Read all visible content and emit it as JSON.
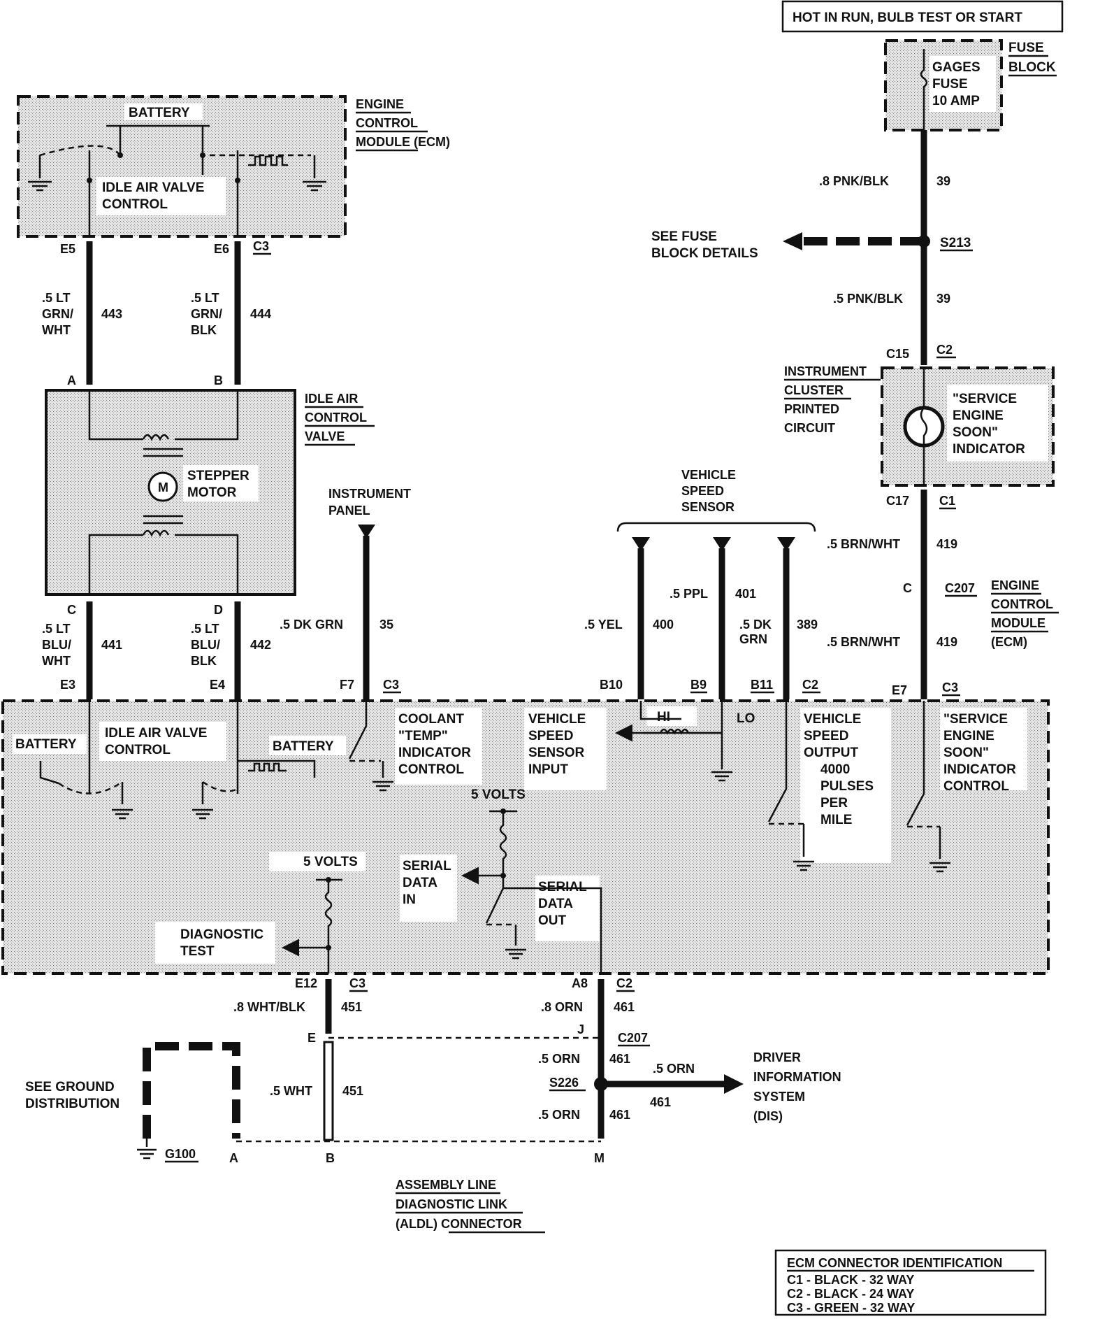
{
  "header": {
    "power_label": "HOT IN RUN, BULB TEST OR START"
  },
  "fuse_block": {
    "title": [
      "FUSE",
      "BLOCK"
    ],
    "fuse": [
      "GAGES",
      "FUSE",
      "10 AMP"
    ]
  },
  "ecm_top": {
    "title": [
      "ENGINE",
      "CONTROL",
      "MODULE (ECM)"
    ],
    "battery": "BATTERY",
    "iac_control": [
      "IDLE AIR VALVE",
      "CONTROL"
    ]
  },
  "iac_valve": {
    "title": [
      "IDLE AIR",
      "CONTROL",
      "VALVE"
    ],
    "motor_letter": "M",
    "motor_label": [
      "STEPPER",
      "MOTOR"
    ]
  },
  "instrument_cluster": {
    "title": [
      "INSTRUMENT",
      "CLUSTER",
      "PRINTED",
      "CIRCUIT"
    ],
    "indicator": [
      "\"SERVICE",
      "ENGINE",
      "SOON\"",
      "INDICATOR"
    ]
  },
  "right_ecm_label": [
    "ENGINE",
    "CONTROL",
    "MODULE",
    "(ECM)"
  ],
  "fuse_details": [
    "SEE FUSE",
    "BLOCK DETAILS"
  ],
  "instrument_panel": [
    "INSTRUMENT",
    "PANEL"
  ],
  "vss": [
    "VEHICLE",
    "SPEED",
    "SENSOR"
  ],
  "wires": {
    "w443": [
      ".5 LT",
      "GRN/",
      "WHT",
      "443"
    ],
    "w444": [
      ".5 LT",
      "GRN/",
      "BLK",
      "444"
    ],
    "w441": [
      ".5 LT",
      "BLU/",
      "WHT",
      "441"
    ],
    "w442": [
      ".5 LT",
      "BLU/",
      "BLK",
      "442"
    ],
    "w35": [
      ".5 DK GRN",
      "35"
    ],
    "w400": [
      ".5 YEL",
      "400"
    ],
    "w401": [
      ".5 PPL",
      "401"
    ],
    "w389": [
      ".5 DK",
      "GRN",
      "389"
    ],
    "w39a": [
      ".8 PNK/BLK",
      "39"
    ],
    "w39b": [
      ".5 PNK/BLK",
      "39"
    ],
    "w419a": [
      ".5 BRN/WHT",
      "419"
    ],
    "w419b": [
      ".5 BRN/WHT",
      "419"
    ],
    "w451a": [
      ".8 WHT/BLK",
      "451"
    ],
    "w451b": [
      ".5 WHT",
      "451"
    ],
    "w461a": [
      ".8 ORN",
      "461"
    ],
    "w461b": [
      ".5 ORN",
      "461"
    ],
    "w461c": [
      ".5 ORN",
      "461"
    ],
    "w461d": [
      ".5 ORN",
      "461"
    ]
  },
  "connectors": {
    "E5": "E5",
    "E6": "E6",
    "C3": "C3",
    "A": "A",
    "B": "B",
    "C": "C",
    "D": "D",
    "E3": "E3",
    "E4": "E4",
    "F7": "F7",
    "B10": "B10",
    "B9": "B9",
    "B11": "B11",
    "C2": "C2",
    "E7": "E7",
    "C15": "C15",
    "C17": "C17",
    "C1": "C1",
    "C207": "C207",
    "S213": "S213",
    "E12": "E12",
    "A8": "A8",
    "E": "E",
    "J": "J",
    "S226": "S226",
    "G100": "G100",
    "M": "M"
  },
  "ecm_bottom": {
    "battery_left": "BATTERY",
    "iac_control": [
      "IDLE AIR VALVE",
      "CONTROL"
    ],
    "battery_right": "BATTERY",
    "coolant": [
      "COOLANT",
      "\"TEMP\"",
      "INDICATOR",
      "CONTROL"
    ],
    "vss_input": [
      "VEHICLE",
      "SPEED",
      "SENSOR",
      "INPUT"
    ],
    "hi": "HI",
    "lo": "LO",
    "vss_output": [
      "VEHICLE",
      "SPEED",
      "OUTPUT",
      "4000",
      "PULSES",
      "PER",
      "MILE"
    ],
    "ses_control": [
      "\"SERVICE",
      "ENGINE",
      "SOON\"",
      "INDICATOR",
      "CONTROL"
    ],
    "five_volts": "5 VOLTS",
    "serial_in": [
      "SERIAL",
      "DATA",
      "IN"
    ],
    "serial_out": [
      "SERIAL",
      "DATA",
      "OUT"
    ],
    "diagnostic": [
      "DIAGNOSTIC",
      "TEST"
    ]
  },
  "ground": [
    "SEE GROUND",
    "DISTRIBUTION"
  ],
  "dis": [
    "DRIVER",
    "INFORMATION",
    "SYSTEM",
    "(DIS)"
  ],
  "aldl": [
    "ASSEMBLY LINE",
    "DIAGNOSTIC LINK",
    "(ALDL) CONNECTOR"
  ],
  "legend": {
    "title": "ECM CONNECTOR IDENTIFICATION",
    "rows": [
      "C1 - BLACK - 32 WAY",
      "C2 - BLACK - 24 WAY",
      "C3 - GREEN - 32 WAY"
    ]
  }
}
